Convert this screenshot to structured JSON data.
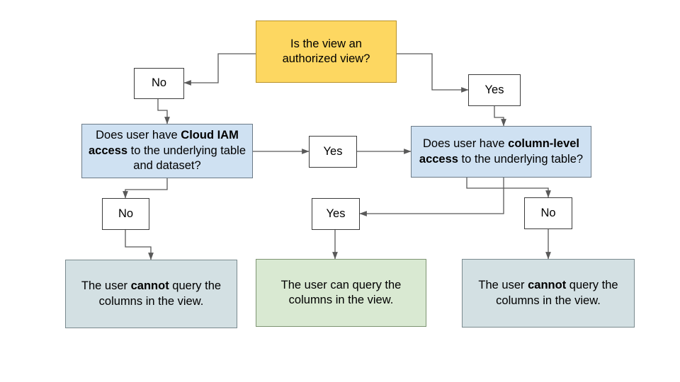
{
  "diagram": {
    "title": "BigQuery authorized view and column-level access decision flow",
    "colors": {
      "start_fill": "#FDD761",
      "decision_fill": "#CFE1F2",
      "denied_fill": "#D3E0E3",
      "allowed_fill": "#D9E9D2",
      "edge_stroke": "#595959",
      "background": "#FFFFFF"
    },
    "nodes": [
      {
        "id": "start",
        "type": "decision-start",
        "text_line1": "Is the view an",
        "text_line2": "authorized view?"
      },
      {
        "id": "no-top",
        "type": "label",
        "text": "No"
      },
      {
        "id": "yes-top",
        "type": "label",
        "text": "Yes"
      },
      {
        "id": "iam",
        "type": "decision",
        "text_pre": "Does user have ",
        "text_bold": "Cloud IAM access",
        "text_post": " to the underlying table and dataset?"
      },
      {
        "id": "yes-middle",
        "type": "label",
        "text": "Yes"
      },
      {
        "id": "column",
        "type": "decision",
        "text_pre": "Does user have ",
        "text_bold": "column-level access",
        "text_post": " to the underlying table?"
      },
      {
        "id": "no-left",
        "type": "label",
        "text": "No"
      },
      {
        "id": "yes-bottom",
        "type": "label",
        "text": "Yes"
      },
      {
        "id": "no-right",
        "type": "label",
        "text": "No"
      },
      {
        "id": "denied-left",
        "type": "terminal-denied",
        "text_pre": "The user ",
        "text_bold": "cannot",
        "text_post": " query the columns in the view."
      },
      {
        "id": "allowed",
        "type": "terminal-allowed",
        "text": "The user can query the columns in the view."
      },
      {
        "id": "denied-right",
        "type": "terminal-denied",
        "text_pre": "The user ",
        "text_bold": "cannot",
        "text_post": " query the columns in the view."
      }
    ]
  }
}
